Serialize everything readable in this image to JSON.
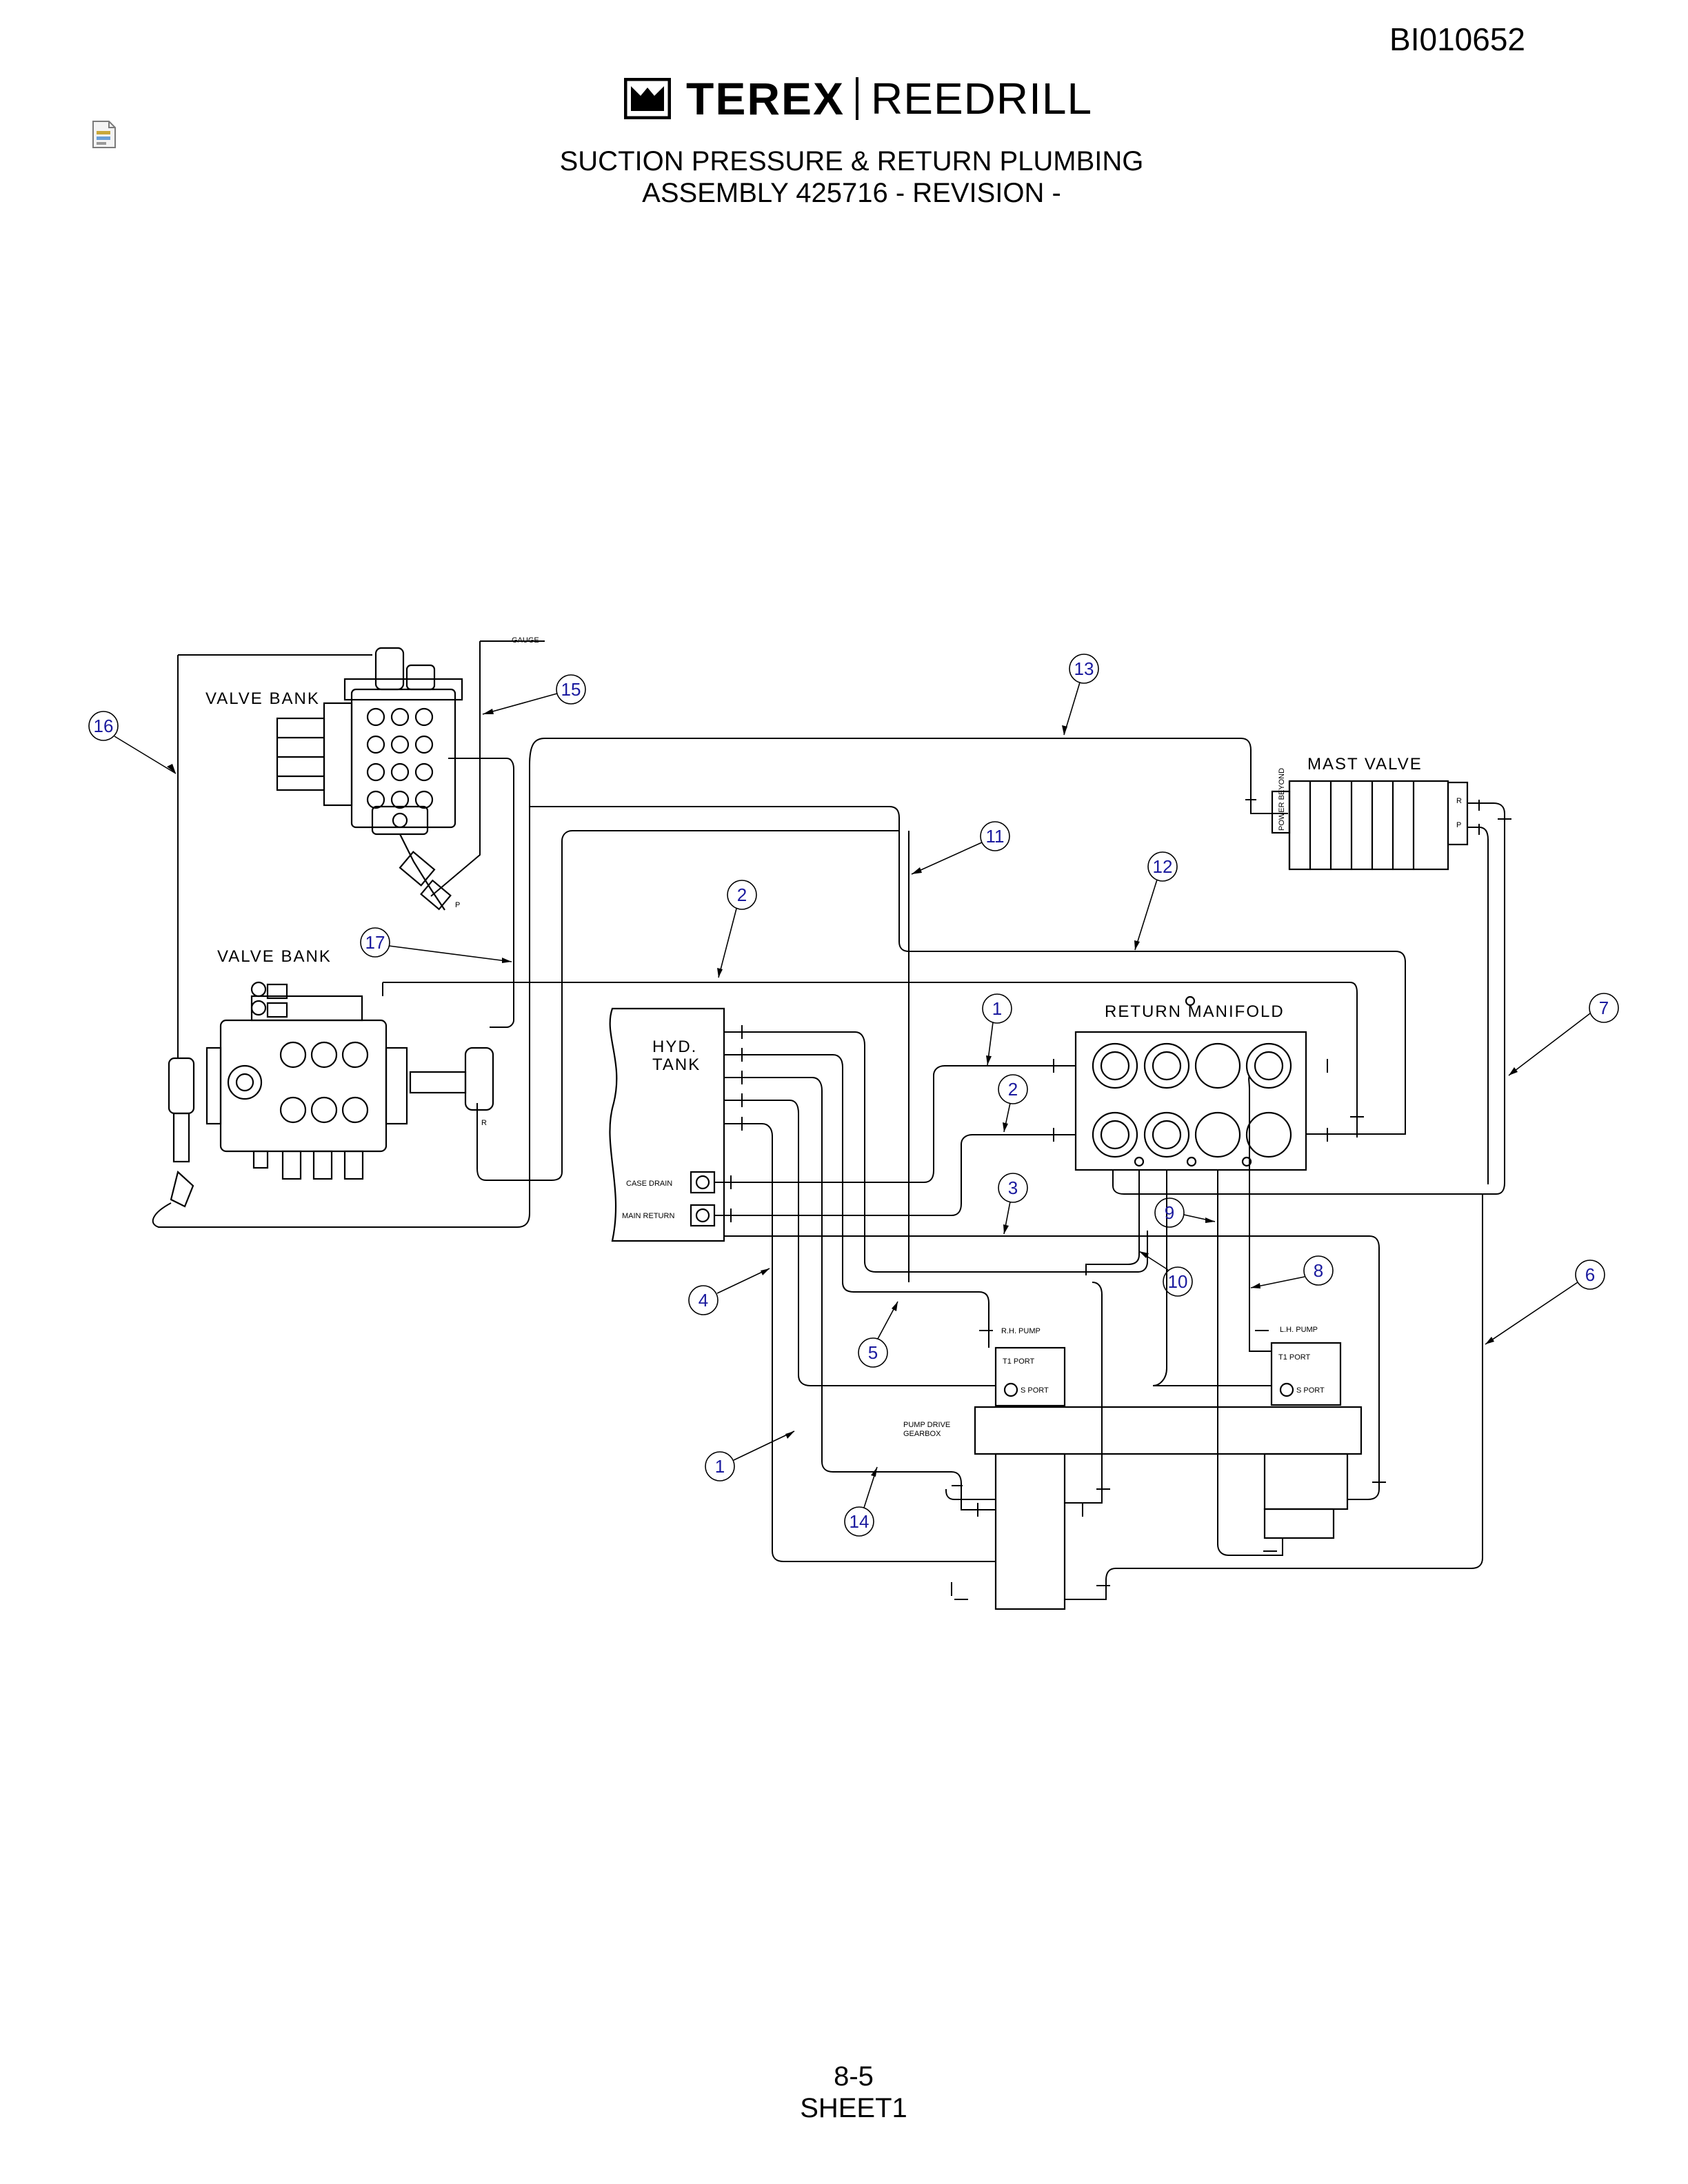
{
  "header": {
    "doc_id": "BI010652",
    "brand_name": "TEREX",
    "brand_sub": "REEDRILL",
    "title_line1": "SUCTION PRESSURE & RETURN PLUMBING",
    "title_line2": "ASSEMBLY 425716 - REVISION -"
  },
  "footer": {
    "page_number": "8-5",
    "sheet": "SHEET1"
  },
  "diagram": {
    "labels": {
      "valve_bank_top": "VALVE BANK",
      "valve_bank_left": "VALVE BANK",
      "gauge": "GAUGE",
      "mast_valve": "MAST VALVE",
      "return_manifold": "RETURN MANIFOLD",
      "hyd_tank_1": "HYD.",
      "hyd_tank_2": "TANK",
      "case_drain": "CASE DRAIN",
      "main_return": "MAIN RETURN",
      "rh_pump": "R.H. PUMP",
      "lh_pump": "L.H. PUMP",
      "t1_port": "T1 PORT",
      "s_port": "S PORT",
      "pump_drive_1": "PUMP DRIVE",
      "pump_drive_2": "GEARBOX",
      "power_beyond": "POWER BEYOND",
      "port_p": "P",
      "port_r": "R"
    },
    "callouts": [
      "1",
      "2",
      "3",
      "4",
      "5",
      "6",
      "7",
      "8",
      "9",
      "10",
      "11",
      "12",
      "13",
      "14",
      "15",
      "16",
      "17",
      "1",
      "2"
    ]
  }
}
